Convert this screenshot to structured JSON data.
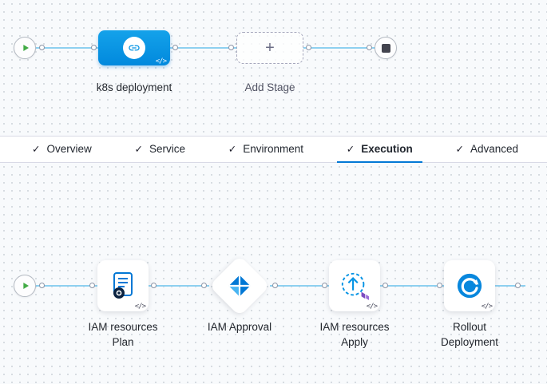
{
  "icons": {
    "check": "✓",
    "plus": "+",
    "code": "</>"
  },
  "top_pipeline": {
    "stage_label": "k8s deployment",
    "add_stage_label": "Add Stage"
  },
  "tabs": [
    {
      "label": "Overview"
    },
    {
      "label": "Service"
    },
    {
      "label": "Environment"
    },
    {
      "label": "Execution"
    },
    {
      "label": "Advanced"
    }
  ],
  "active_tab": "Execution",
  "execution": {
    "steps": [
      {
        "line1": "IAM resources",
        "line2": "Plan"
      },
      {
        "line1": "IAM Approval",
        "line2": ""
      },
      {
        "line1": "IAM resources",
        "line2": "Apply"
      },
      {
        "line1": "Rollout",
        "line2": "Deployment"
      }
    ]
  },
  "colors": {
    "accent": "#0278d5",
    "stage_node_blue": "#0092e4",
    "connector_line": "#8ed0f0",
    "canvas_bg": "#f8fafc"
  }
}
